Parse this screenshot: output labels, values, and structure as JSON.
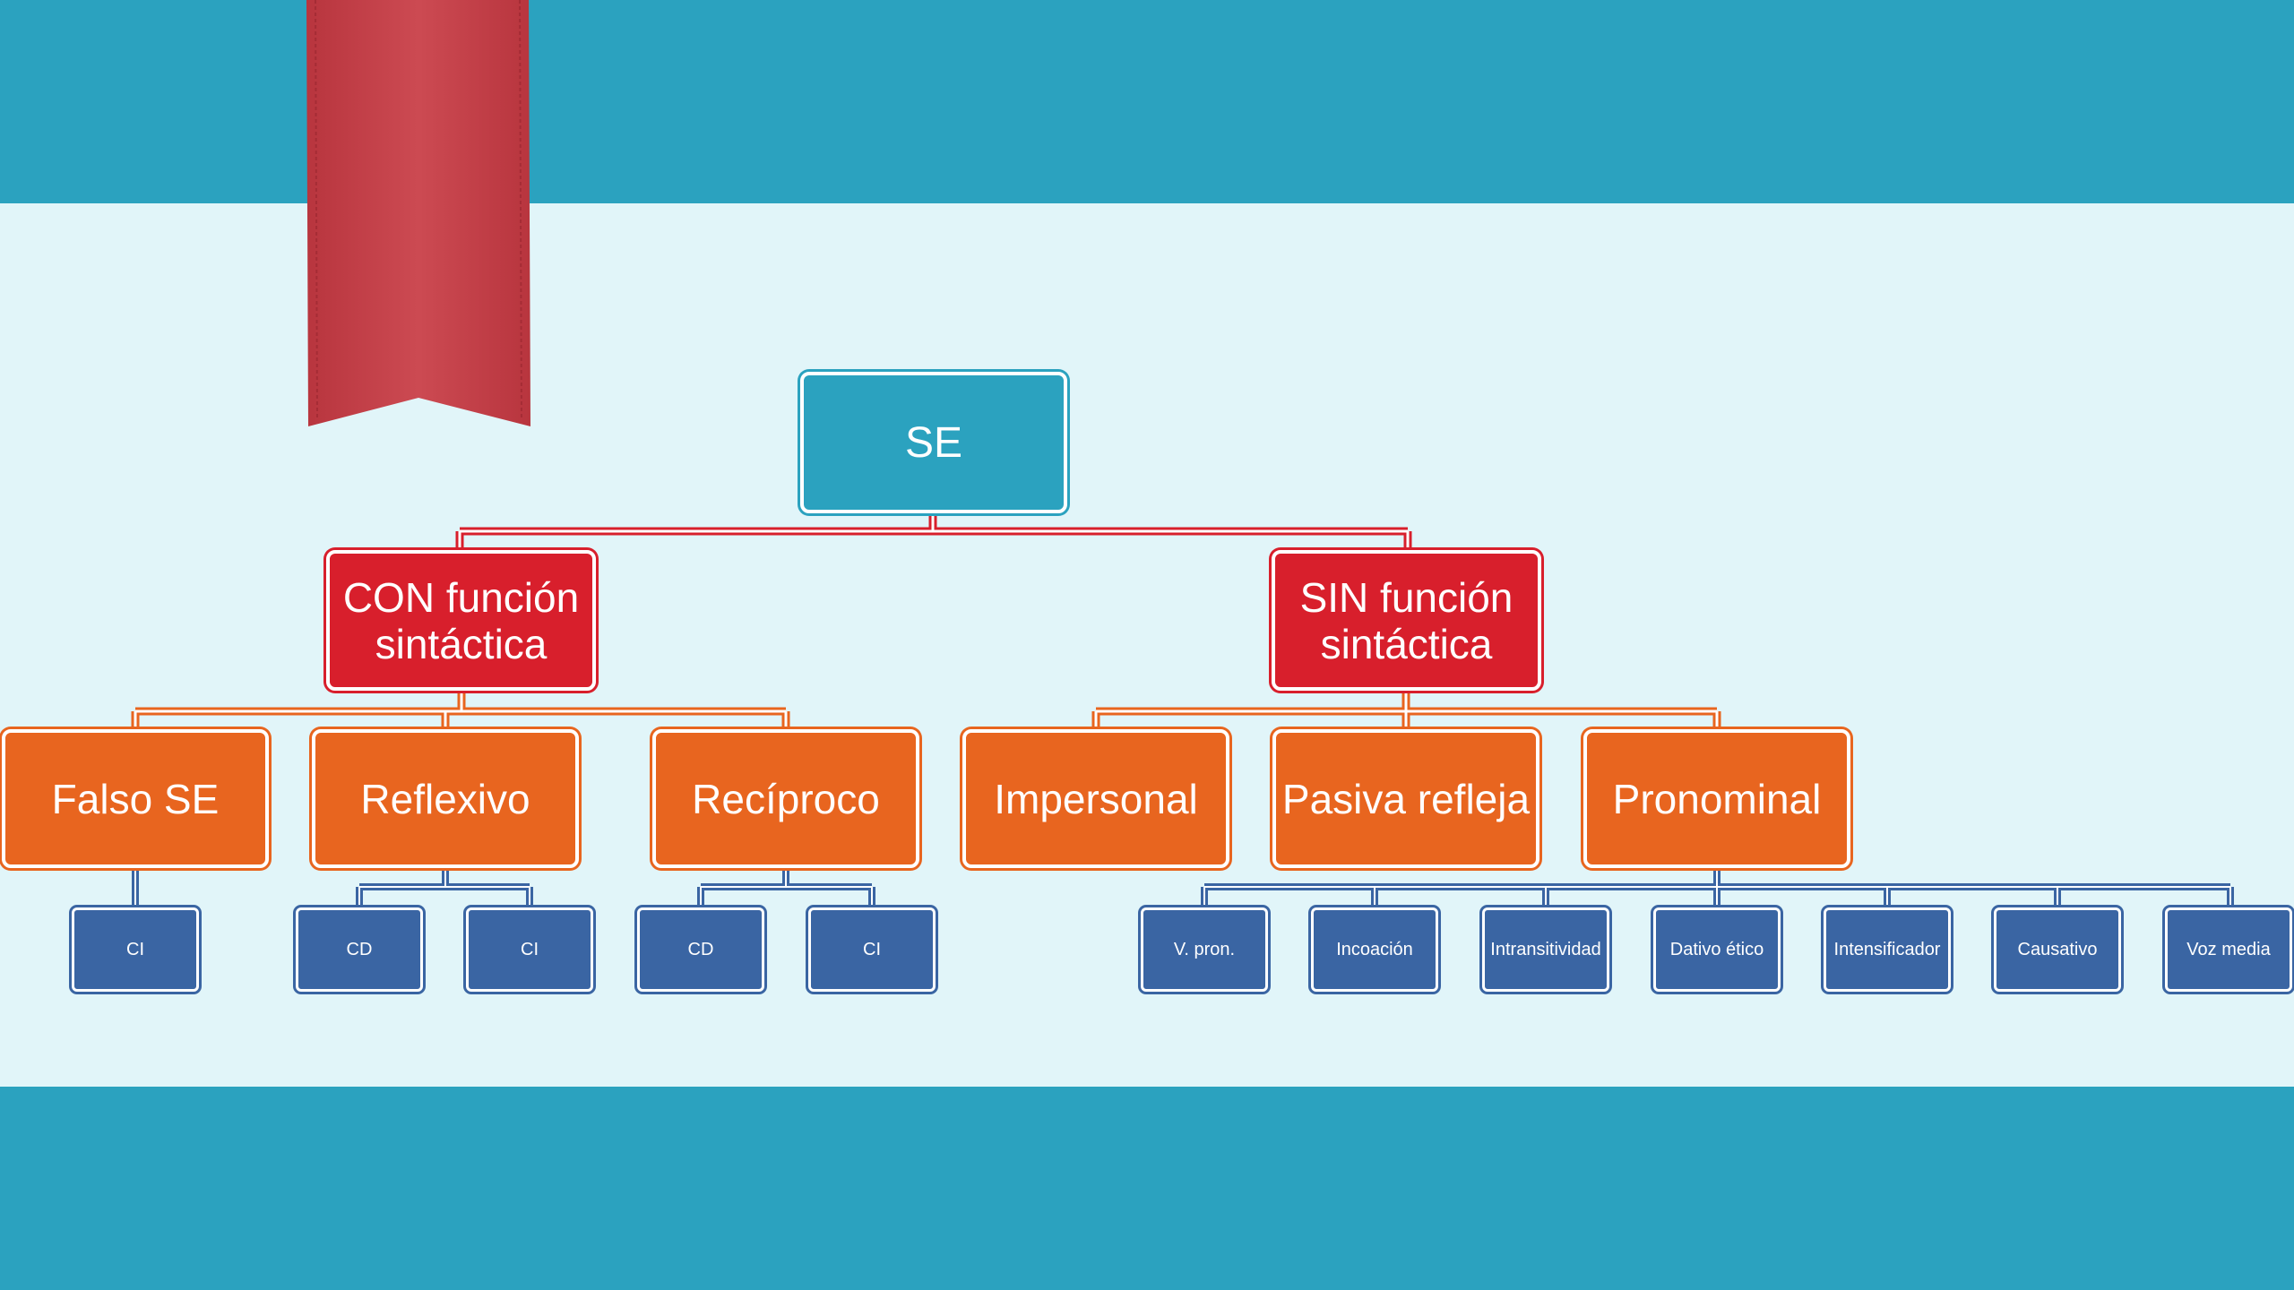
{
  "colors": {
    "background_band": "#2ba2bf",
    "background_content": "#e1f5f9",
    "ribbon": "#c7434c",
    "root": "#2ba2bf",
    "level1": "#d81f2c",
    "level2": "#e8651f",
    "level3": "#3a65a3"
  },
  "tree": {
    "root": "SE",
    "con": {
      "title_line1": "CON función",
      "title_line2": "sintáctica",
      "children": [
        {
          "label": "Falso SE",
          "leaves": [
            "CI"
          ]
        },
        {
          "label": "Reflexivo",
          "leaves": [
            "CD",
            "CI"
          ]
        },
        {
          "label": "Recíproco",
          "leaves": [
            "CD",
            "CI"
          ]
        }
      ]
    },
    "sin": {
      "title_line1": "SIN función",
      "title_line2": "sintáctica",
      "children": [
        {
          "label": "Impersonal"
        },
        {
          "label": "Pasiva refleja"
        },
        {
          "label": "Pronominal",
          "leaves": [
            "V.  pron.",
            "Incoación",
            "Intransitividad",
            "Dativo  ético",
            "Intensificador",
            "Causativo",
            "Voz  media"
          ]
        }
      ]
    }
  }
}
